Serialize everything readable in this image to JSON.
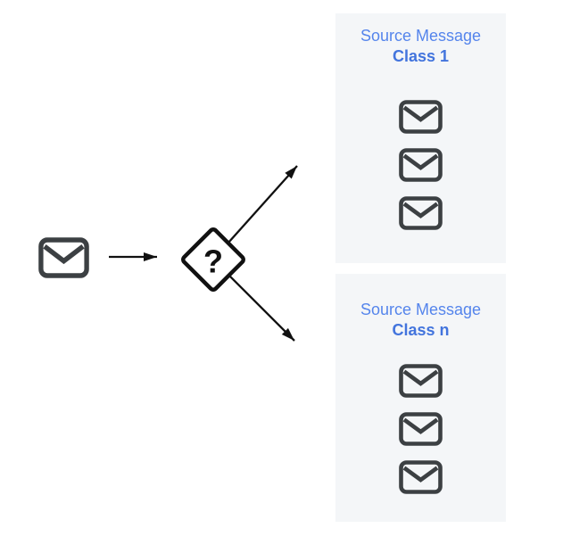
{
  "diagram": {
    "decision": {
      "label": "?"
    },
    "panels": [
      {
        "title": "Source Message",
        "subtitle": "Class 1",
        "mail_count": 3
      },
      {
        "title": "Source Message",
        "subtitle": "Class n",
        "mail_count": 3
      }
    ],
    "colors": {
      "panel_background": "#f4f6f8",
      "title_blue": "#5585ec",
      "subtitle_blue": "#4274dd",
      "mail_gray": "#3c4043",
      "arrow_black": "#111111"
    }
  }
}
